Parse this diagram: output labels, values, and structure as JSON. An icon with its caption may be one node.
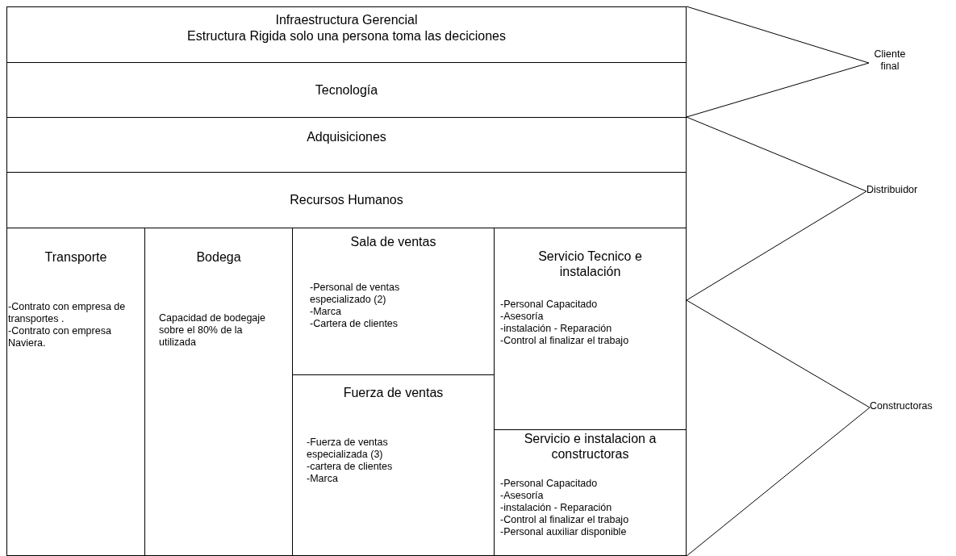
{
  "diagram": {
    "nodes": [
      {
        "text": [
          "Infraestructura Gerencial",
          "Estructura Rigida solo una persona toma las deciciones"
        ]
      },
      {
        "text": [
          "Tecnología"
        ]
      },
      {
        "text": [
          "Adquisiciones"
        ]
      },
      {
        "text": [
          "Recursos Humanos"
        ]
      },
      {
        "text": [
          "Transporte",
          "-Contrato con empresa de transportes .",
          "-Contrato con empresa Naviera."
        ]
      },
      {
        "text": [
          "Bodega",
          "Capacidad de bodegaje sobre el 80% de la utilizada"
        ]
      },
      {
        "text": [
          "Sala de ventas",
          "-Personal de ventas especializado (2)",
          "-Marca",
          "-Cartera de clientes"
        ]
      },
      {
        "text": [
          "Fuerza de ventas",
          "-Fuerza de ventas especializada (3)",
          "-cartera de clientes",
          "-Marca"
        ]
      },
      {
        "text": [
          "Servicio Tecnico e instalación",
          "-Personal Capacitado",
          "-Asesoría",
          "-instalación - Reparación",
          "-Control al finalizar el trabajo"
        ]
      },
      {
        "text": [
          "Servicio e instalacion a constructoras",
          "-Personal Capacitado",
          "-Asesoría",
          "-instalación - Reparación",
          "-Control al finalizar el trabajo",
          "-Personal auxiliar disponible"
        ]
      },
      {
        "text": [
          "Cliente final"
        ]
      },
      {
        "text": [
          "Distribuidor"
        ]
      },
      {
        "text": [
          "Constructoras"
        ]
      }
    ],
    "edges": [
      {
        "from": 0,
        "to": 10,
        "arrow": "none"
      },
      {
        "from": 1,
        "to": 10,
        "arrow": "none"
      },
      {
        "from": 1,
        "to": 11,
        "arrow": "none"
      },
      {
        "from": 8,
        "to": 11,
        "arrow": "none"
      },
      {
        "from": 8,
        "to": 12,
        "arrow": "none"
      },
      {
        "from": 9,
        "to": 12,
        "arrow": "none"
      }
    ]
  }
}
